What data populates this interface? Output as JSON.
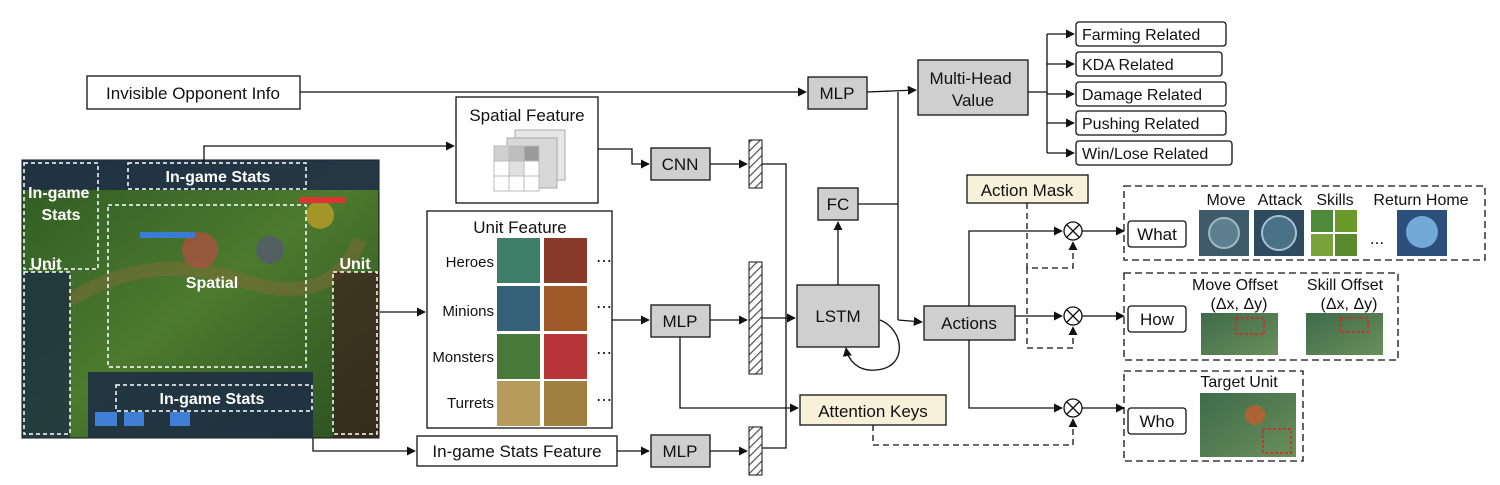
{
  "inputs": {
    "invisible_opponent_info": "Invisible Opponent Info",
    "spatial_feature": "Spatial Feature",
    "unit_feature": "Unit Feature",
    "unit_rows": [
      "Heroes",
      "Minions",
      "Monsters",
      "Turrets"
    ],
    "ellipsis": "⋯",
    "stats_feature": "In-game Stats Feature"
  },
  "screenshot_labels": {
    "stats_top": "In-game Stats",
    "stats_left": "In-game\nStats",
    "stats_bottom": "In-game Stats",
    "unit_left": "Unit",
    "unit_right": "Unit",
    "spatial": "Spatial"
  },
  "network": {
    "cnn": "CNN",
    "mlp": "MLP",
    "lstm": "LSTM",
    "fc": "FC",
    "multi_head_value": "Multi-Head\nValue",
    "action_mask": "Action Mask",
    "actions": "Actions",
    "attention_keys": "Attention Keys"
  },
  "values": [
    "Farming Related",
    "KDA Related",
    "Damage Related",
    "Pushing Related",
    "Win/Lose Related"
  ],
  "heads": {
    "what": {
      "label": "What",
      "options": [
        "Move",
        "Attack",
        "Skills",
        "Return Home"
      ],
      "ellipsis": "..."
    },
    "how": {
      "label": "How",
      "move_offset": "Move Offset",
      "skill_offset": "Skill Offset",
      "delta": "(Δx, Δy)"
    },
    "who": {
      "label": "Who",
      "target_unit": "Target Unit"
    }
  },
  "colors": {
    "gray_box": "#cfcfcf",
    "yellow_box": "#f7f1da",
    "game_green": "#3f6a2a"
  }
}
